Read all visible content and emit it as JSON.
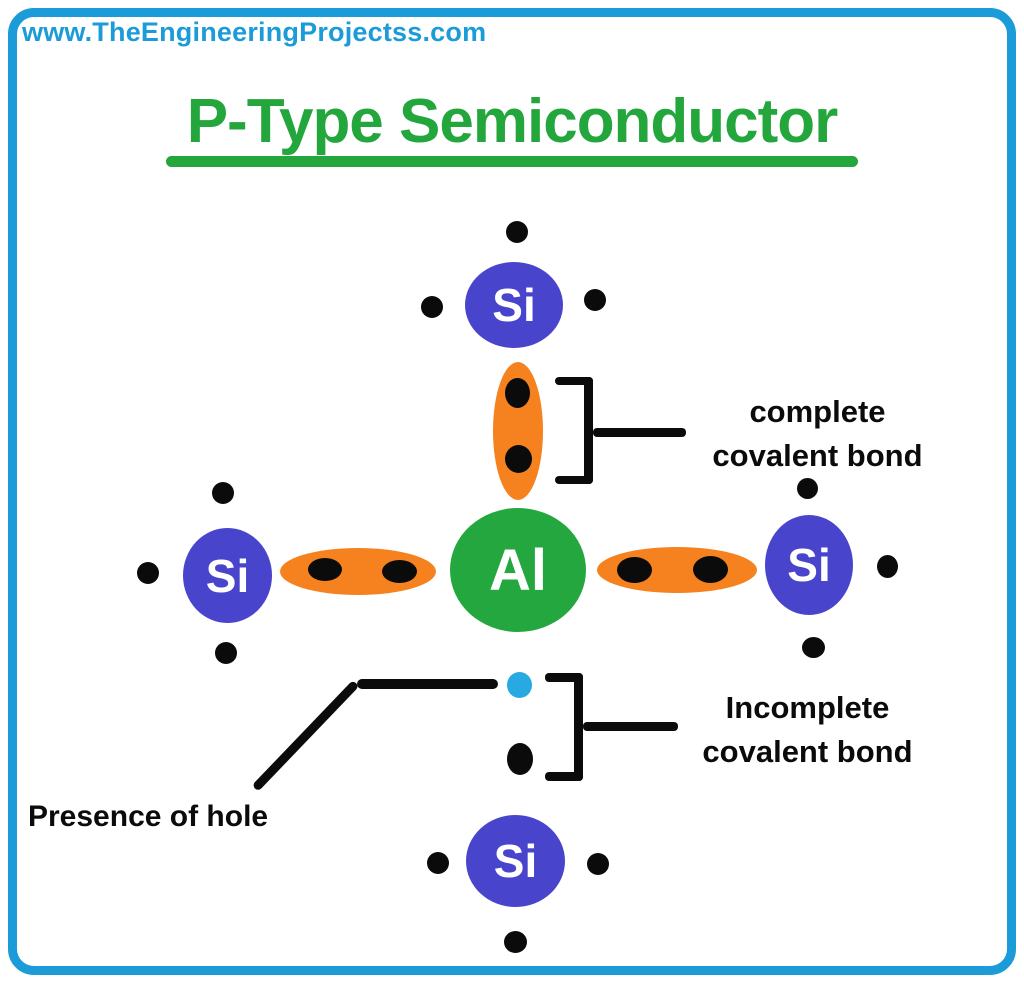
{
  "header": {
    "website": "www.TheEngineeringProjectss.com",
    "title": "P-Type Semiconductor"
  },
  "diagram": {
    "center_atom": "Al",
    "si_atom": "Si",
    "labels": {
      "complete_line1": "complete",
      "complete_line2": "covalent bond",
      "incomplete_line1": "Incomplete",
      "incomplete_line2": "covalent bond",
      "hole": "Presence of hole"
    }
  },
  "colors": {
    "frame_blue": "#1b9bd8",
    "title_green": "#23a63c",
    "al_green": "#23a73e",
    "si_blue": "#4845cc",
    "bond_orange": "#f5821f",
    "hole_cyan": "#29a9e1",
    "ink_black": "#0b0b0b"
  }
}
